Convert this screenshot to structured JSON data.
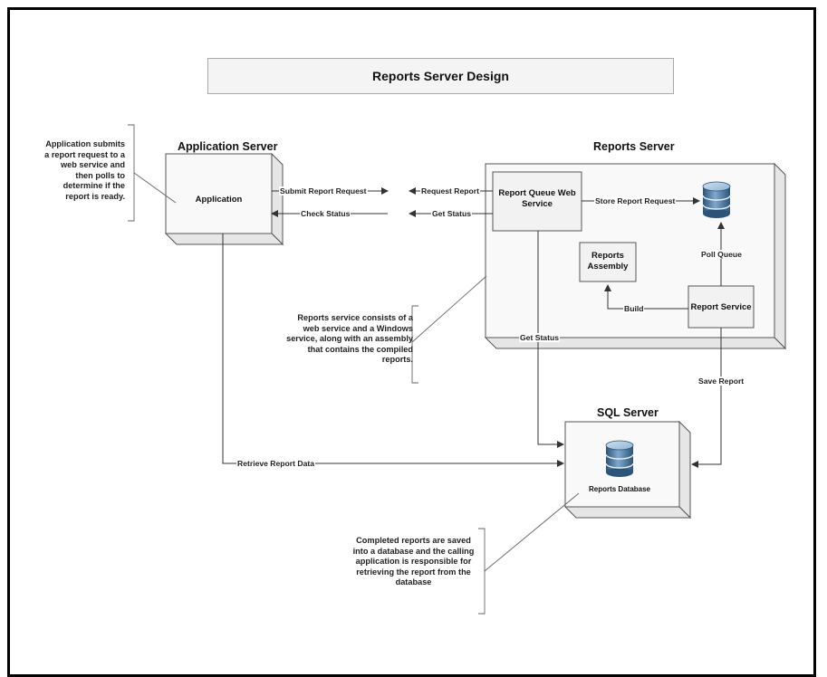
{
  "title": "Reports Server Design",
  "application_server": {
    "title": "Application Server",
    "application_label": "Application"
  },
  "reports_server": {
    "title": "Reports Server",
    "web_service_label": "Report Queue Web Service",
    "reports_assembly_label": "Reports Assembly",
    "report_service_label": "Report Service"
  },
  "sql_server": {
    "title": "SQL Server",
    "database_label": "Reports Database"
  },
  "edges": {
    "submit_report_request": "Submit Report Request",
    "check_status": "Check Status",
    "request_report": "Request Report",
    "get_status": "Get Status",
    "store_report_request": "Store Report Request",
    "poll_queue": "Poll Queue",
    "build": "Build",
    "get_status_sql": "Get Status",
    "save_report": "Save Report",
    "retrieve_report_data": "Retrieve Report Data"
  },
  "notes": {
    "application_note": "Application submits a report request to a web service and then polls to determine if the report is ready.",
    "reports_service_note": "Reports service consists of a web service and a Windows service, along with an assembly that contains the compiled reports.",
    "completed_reports_note": "Completed reports are saved into a database and the calling application is responsible for retrieving the report from the database"
  },
  "colors": {
    "box_border": "#555555",
    "box_fill": "#f7f7f7",
    "line": "#333333",
    "db_blue": "#3f6f9c"
  }
}
